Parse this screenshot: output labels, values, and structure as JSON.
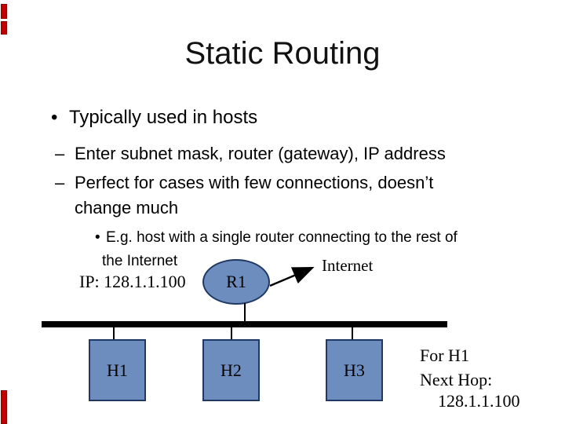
{
  "slide": {
    "title": "Static Routing",
    "bullet1": {
      "marker": "•",
      "text": "Typically used in hosts"
    },
    "level2": [
      {
        "marker": "–",
        "text": "Enter subnet mask, router (gateway), IP address"
      },
      {
        "marker": "–",
        "text": "Perfect for cases with few connections, doesn’t"
      },
      {
        "marker": "",
        "text": "change much"
      }
    ],
    "level3": [
      {
        "marker": "•",
        "text": "E.g. host with a single router connecting to the rest of"
      },
      {
        "marker": "",
        "text": "the Internet"
      }
    ]
  },
  "diagram": {
    "ip_label": "IP: 128.1.1.100",
    "internet_label": "Internet",
    "router_label": "R1",
    "hosts": [
      "H1",
      "H2",
      "H3"
    ],
    "note_lines": [
      "For H1",
      "Next Hop:",
      "128.1.1.100"
    ],
    "colors": {
      "node_fill": "#6d8dbf",
      "node_border": "#1f3864",
      "bus": "#000000",
      "edge_accent_red": "#c00000"
    }
  }
}
